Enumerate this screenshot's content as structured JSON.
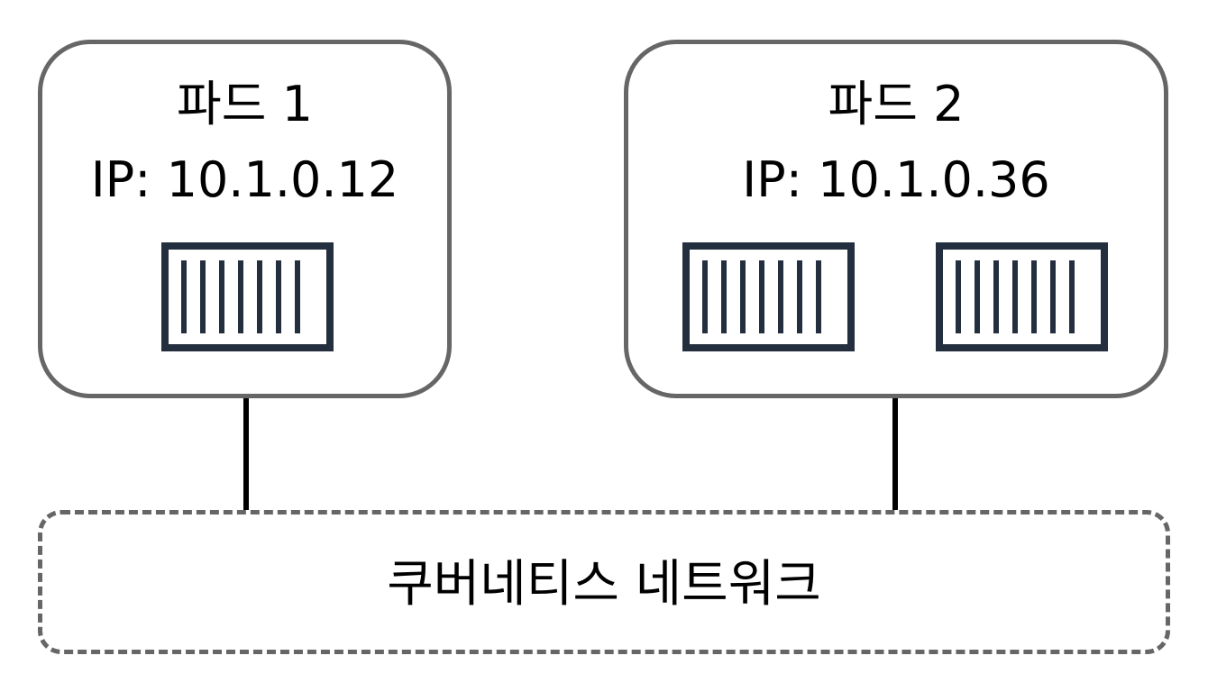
{
  "pods": [
    {
      "name": "파드 1",
      "ip": "IP: 10.1.0.12",
      "containers": 1
    },
    {
      "name": "파드 2",
      "ip": "IP: 10.1.0.36",
      "containers": 2
    }
  ],
  "network": {
    "label": "쿠버네티스 네트워크"
  },
  "colors": {
    "pod_border": "#666666",
    "container": "#232f3e",
    "link": "#000000",
    "network_border": "#666666"
  },
  "icons": {
    "container": "container-icon"
  }
}
